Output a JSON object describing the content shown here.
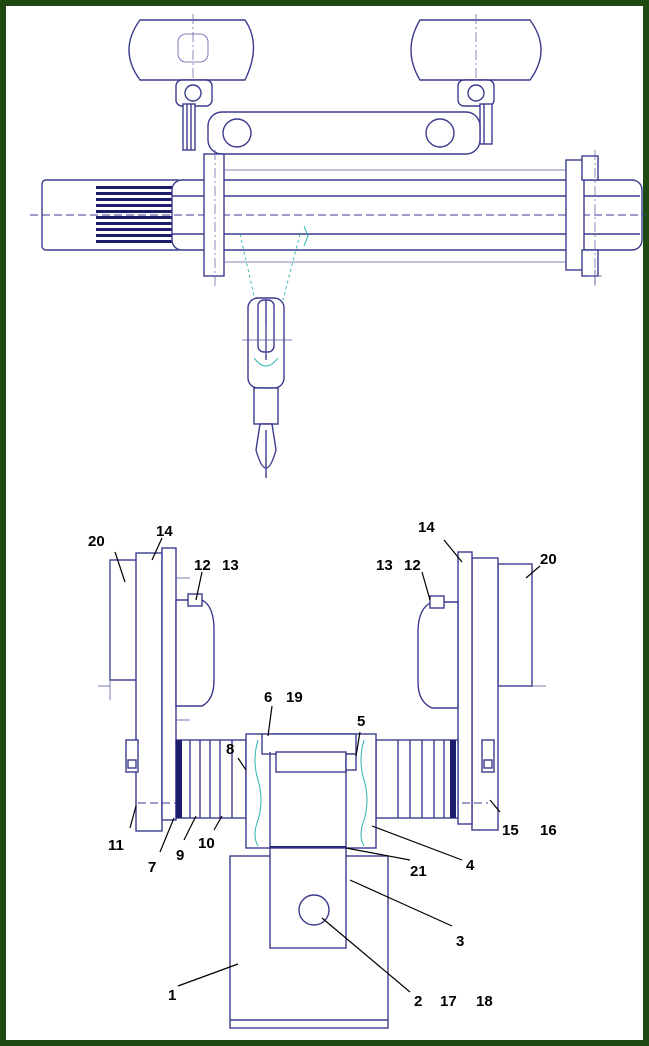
{
  "callouts": [
    {
      "id": "c20l",
      "text": "20"
    },
    {
      "id": "c14l",
      "text": "14"
    },
    {
      "id": "c12l",
      "text": "12"
    },
    {
      "id": "c13l",
      "text": "13"
    },
    {
      "id": "c14r",
      "text": "14"
    },
    {
      "id": "c13r",
      "text": "13"
    },
    {
      "id": "c12r",
      "text": "12"
    },
    {
      "id": "c20r",
      "text": "20"
    },
    {
      "id": "c6",
      "text": "6"
    },
    {
      "id": "c19",
      "text": "19"
    },
    {
      "id": "c5",
      "text": "5"
    },
    {
      "id": "c8",
      "text": "8"
    },
    {
      "id": "c11",
      "text": "11"
    },
    {
      "id": "c15",
      "text": "15"
    },
    {
      "id": "c16",
      "text": "16"
    },
    {
      "id": "c7",
      "text": "7"
    },
    {
      "id": "c9",
      "text": "9"
    },
    {
      "id": "c10",
      "text": "10"
    },
    {
      "id": "c21",
      "text": "21"
    },
    {
      "id": "c4",
      "text": "4"
    },
    {
      "id": "c3",
      "text": "3"
    },
    {
      "id": "c1",
      "text": "1"
    },
    {
      "id": "c2",
      "text": "2"
    },
    {
      "id": "c17",
      "text": "17"
    },
    {
      "id": "c18",
      "text": "18"
    }
  ],
  "colors": {
    "frame": "#1f4a12",
    "line": "#3b3b8f",
    "accent": "#2bb3b3"
  }
}
